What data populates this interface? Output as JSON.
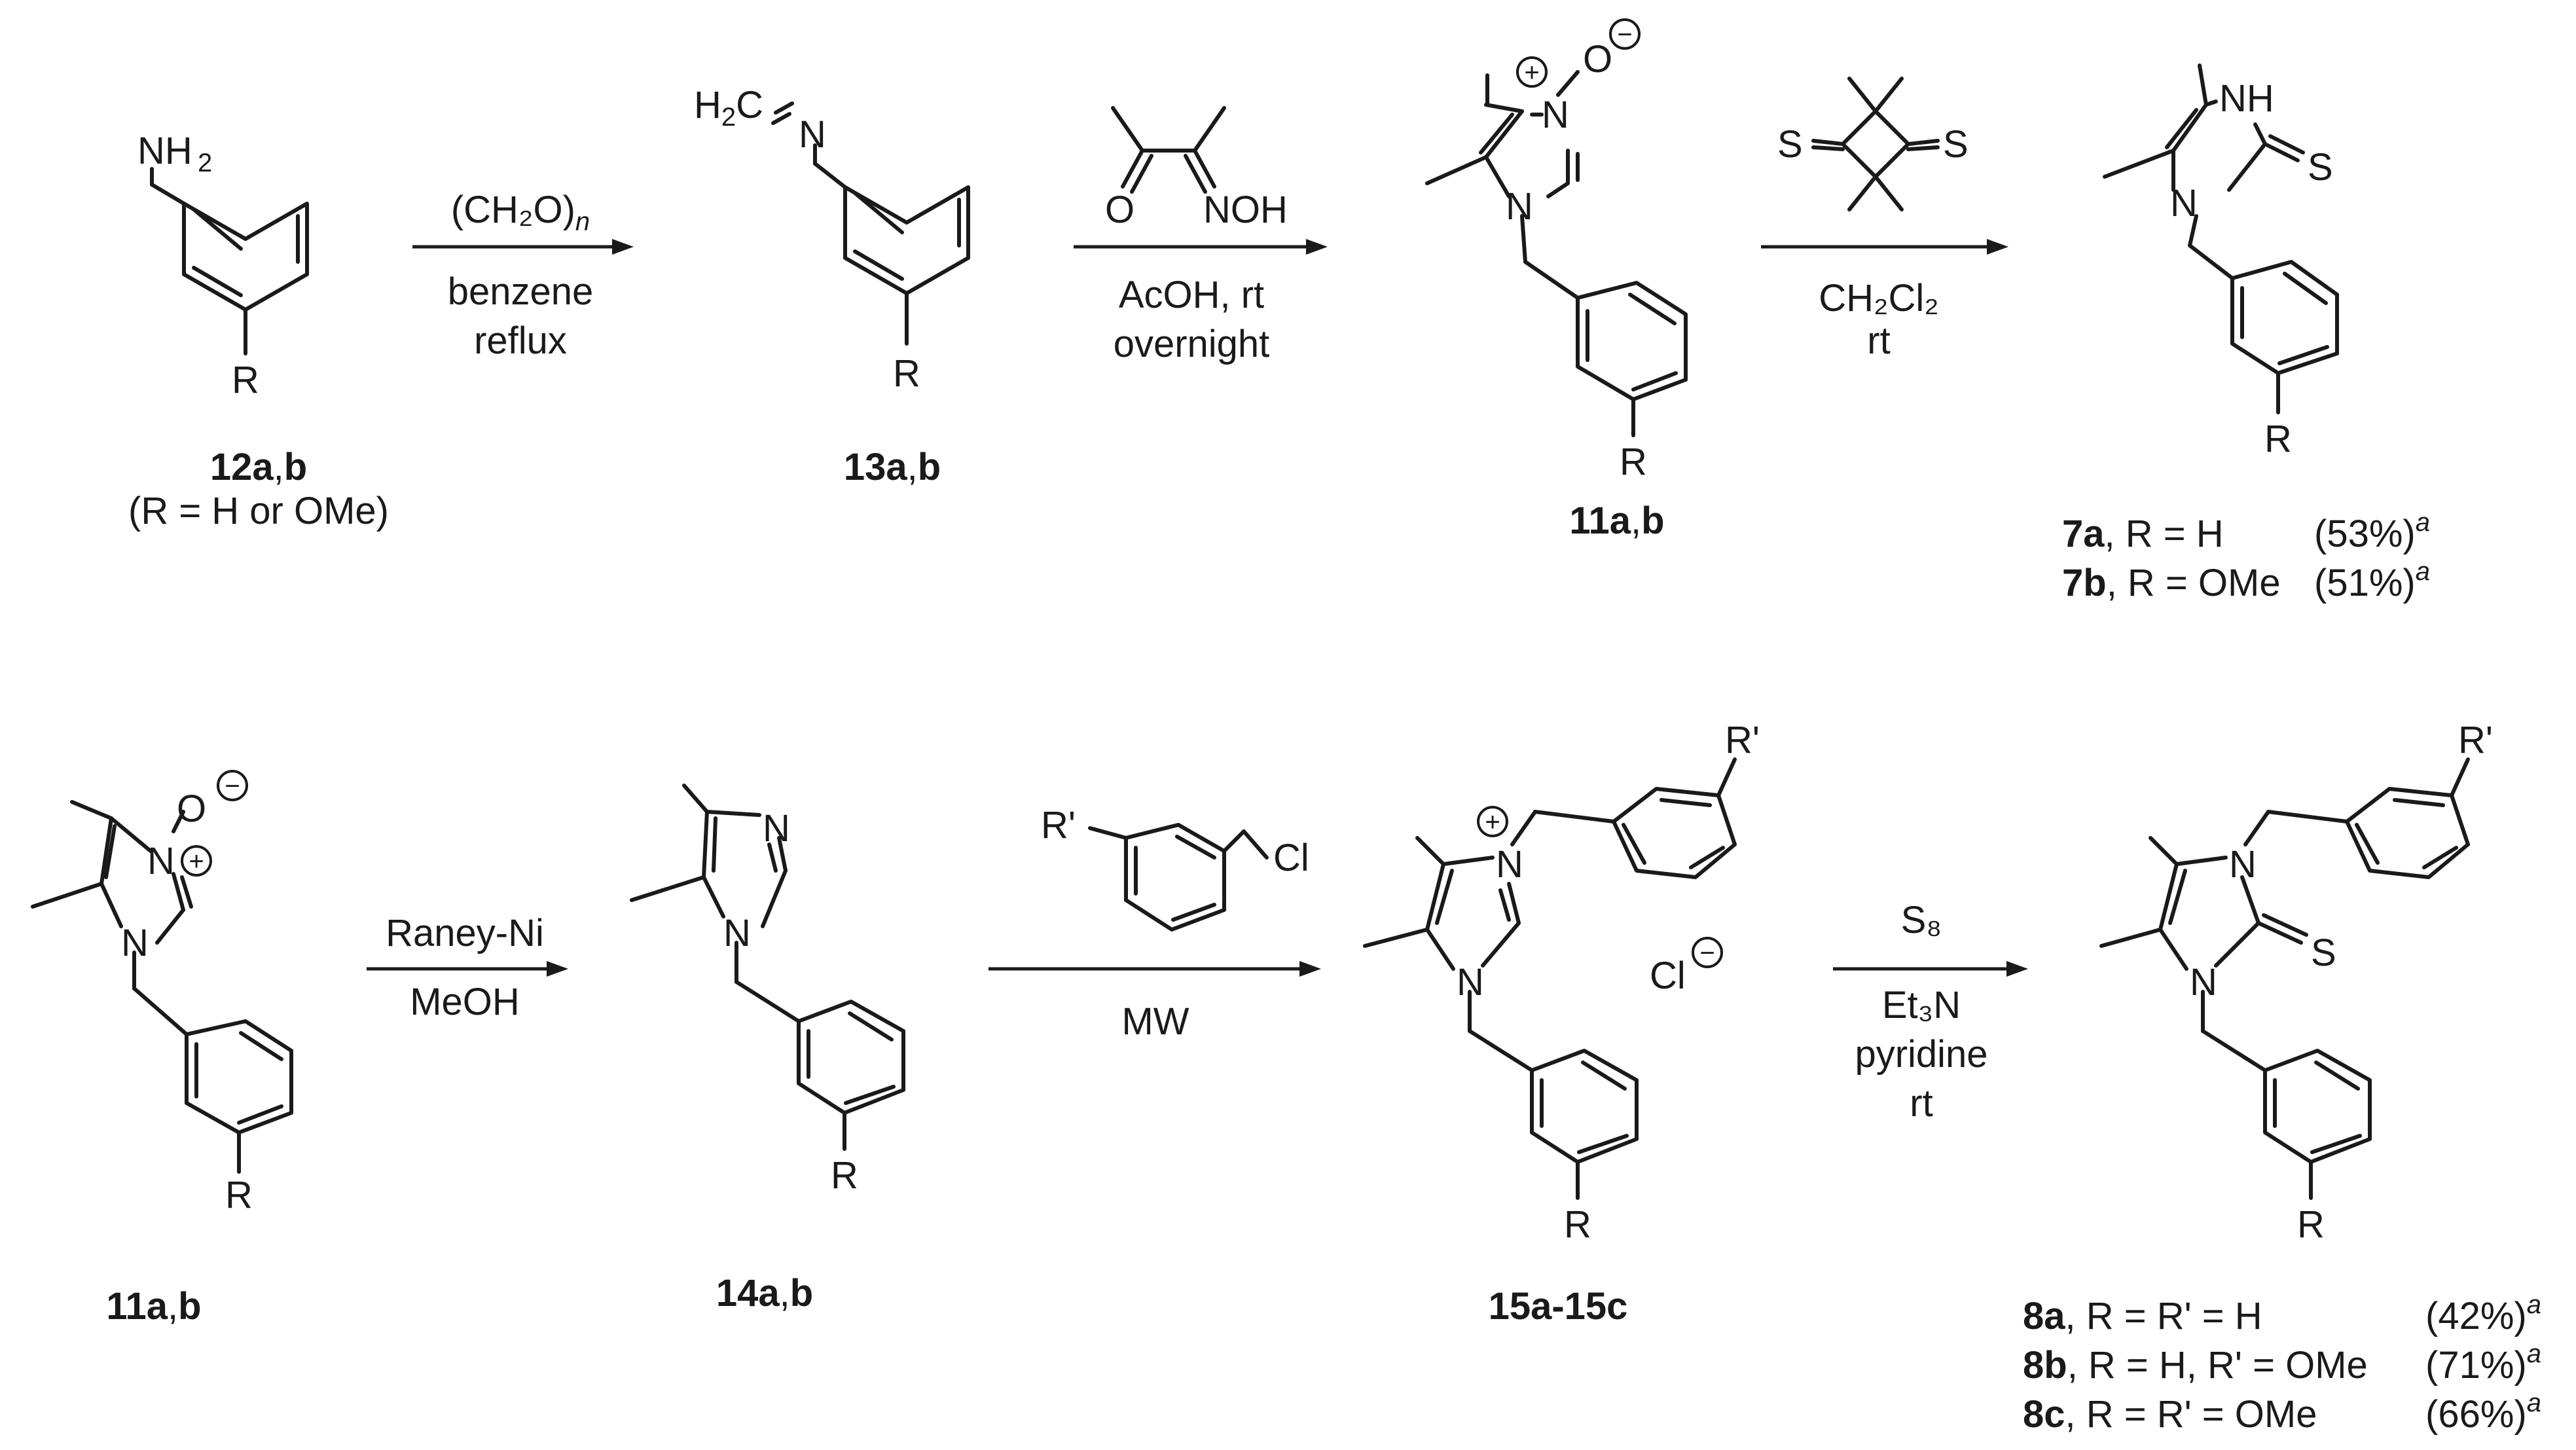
{
  "atoms": {
    "NH2": "NH",
    "two": "2",
    "H2C": "H",
    "C": "C",
    "eq": "=",
    "N": "N",
    "R": "R",
    "Rp": "R'",
    "O": "O",
    "NOH": "NOH",
    "NH": "NH",
    "S": "S",
    "Cl": "Cl",
    "plus": "+",
    "minus": "−"
  },
  "compounds": {
    "c12": {
      "num": "12",
      "a": "a",
      "comma": ",",
      "b": "b",
      "note": "(R = H or OMe)"
    },
    "c13": {
      "num": "13",
      "a": "a",
      "comma": ",",
      "b": "b"
    },
    "c11": {
      "num": "11",
      "a": "a",
      "comma": ",",
      "b": "b"
    },
    "c14": {
      "num": "14",
      "a": "a",
      "comma": ",",
      "b": "b"
    },
    "c15": {
      "label": "15a-15c"
    }
  },
  "reagents": {
    "r1_top": "(CH₂O)",
    "r1_n": "n",
    "r1_bottom1": "benzene",
    "r1_bottom2": "reflux",
    "r2_bottom1": "AcOH, rt",
    "r2_bottom2": "overnight",
    "r3_solvent": "CH₂Cl₂",
    "r3_temp": "rt",
    "r4_top": "Raney-Ni",
    "r4_bottom": "MeOH",
    "r5_bottom": "MW",
    "r6_top": "S₈",
    "r6_b1": "Et₃N",
    "r6_b2": "pyridine",
    "r6_b3": "rt"
  },
  "products_7": [
    {
      "bold": "7a",
      "desc": ", R = H",
      "yield": "(53%)",
      "sup": "a"
    },
    {
      "bold": "7b",
      "desc": ", R = OMe",
      "yield": "(51%)",
      "sup": "a"
    }
  ],
  "products_8": [
    {
      "bold": "8a",
      "desc": ", R = R' = H",
      "yield": "(42%)",
      "sup": "a"
    },
    {
      "bold": "8b",
      "desc": ", R = H, R' = OMe",
      "yield": "(71%)",
      "sup": "a"
    },
    {
      "bold": "8c",
      "desc": ", R = R' = OMe",
      "yield": "(66%)",
      "sup": "a"
    }
  ]
}
